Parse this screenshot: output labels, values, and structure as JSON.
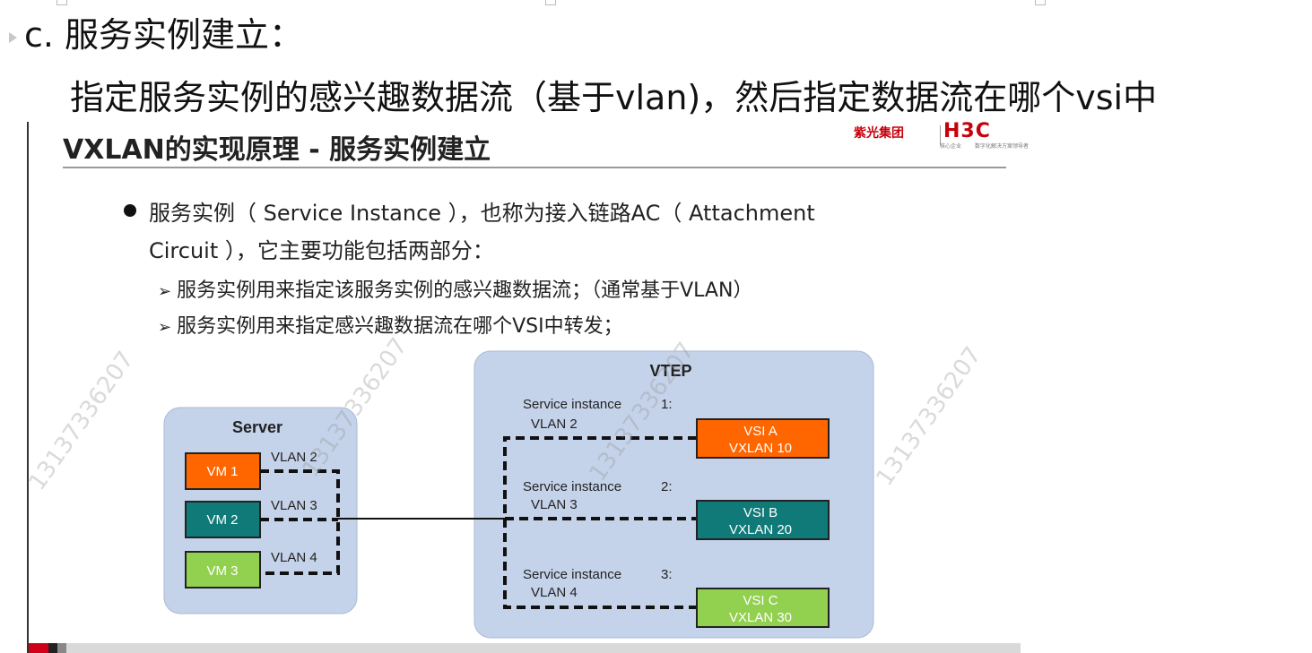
{
  "heading": {
    "text": "c. 服务实例建立：",
    "sub": "指定服务实例的感兴趣数据流（基于vlan)，然后指定数据流在哪个vsi中"
  },
  "slide": {
    "title": "VXLAN的实现原理 - 服务实例建立",
    "logo": {
      "cn": "紫光集团",
      "brand": "H3C",
      "tag1": "核心企业",
      "tag2": "数字化解决方案领导者"
    },
    "bullet_line1": "服务实例（ Service Instance ），也称为接入链路AC（ Attachment",
    "bullet_line2": "Circuit ），它主要功能包括两部分：",
    "sub_bullets": [
      "服务实例用来指定该服务实例的感兴趣数据流；（通常基于VLAN）",
      "服务实例用来指定感兴趣数据流在哪个VSI中转发；"
    ],
    "watermark": "13137336207"
  },
  "diagram": {
    "server": {
      "label": "Server",
      "vms": [
        {
          "label": "VM  1",
          "color": "#ff6600",
          "vlan": "VLAN   2"
        },
        {
          "label": "VM  2",
          "color": "#0f7a78",
          "vlan": "VLAN   3"
        },
        {
          "label": "VM  3",
          "color": "#92d050",
          "vlan": "VLAN   4"
        }
      ]
    },
    "vtep": {
      "label": "VTEP",
      "instances": [
        {
          "title": "Service instance",
          "num": "1:",
          "vlan": "VLAN   2",
          "vsi": "VSI A",
          "vxlan": "VXLAN    10",
          "color": "#ff6600"
        },
        {
          "title": "Service instance",
          "num": "2:",
          "vlan": "VLAN   3",
          "vsi": "VSI B",
          "vxlan": "VXLAN    20",
          "color": "#0f7a78"
        },
        {
          "title": "Service instance",
          "num": "3:",
          "vlan": "VLAN   4",
          "vsi": "VSI C",
          "vxlan": "VXLAN    30",
          "color": "#92d050"
        }
      ]
    },
    "panel_color": "#c5d3ea"
  }
}
